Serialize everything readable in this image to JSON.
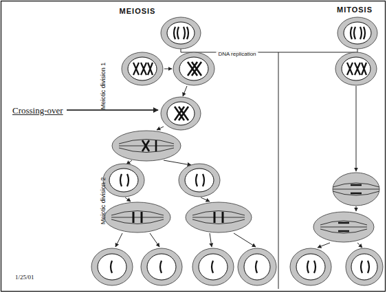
{
  "diagram": {
    "labels": [
      "MEIOSIS",
      "MITOSIS",
      "DNA replication",
      "Meiotic division 1",
      "Crossing-over",
      "Meiotic division 2",
      "1/25/01"
    ]
  }
}
